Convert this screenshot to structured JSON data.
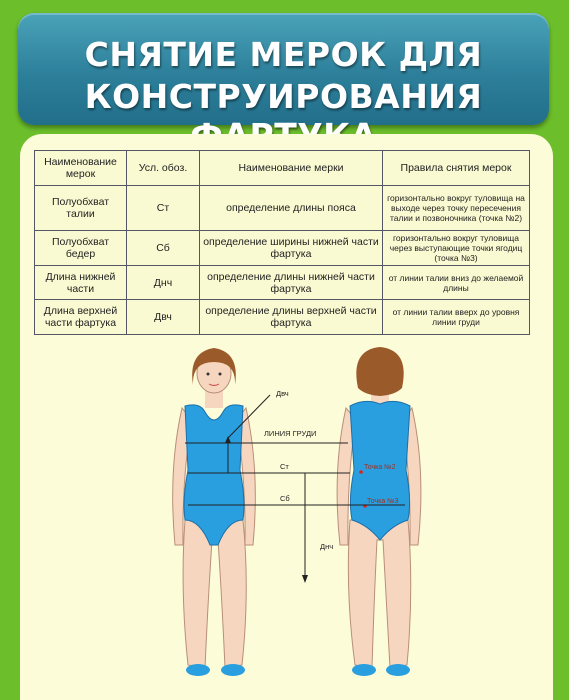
{
  "banner": {
    "title_line1": "СНЯТИЕ МЕРОК ДЛЯ",
    "title_line2": "КОНСТРУИРОВАНИЯ ФАРТУКА"
  },
  "table": {
    "headers": [
      "Наименование мерок",
      "Усл. обоз.",
      "Наименование мерки",
      "Правила снятия мерок"
    ],
    "rows": [
      {
        "name": "Полуобхват талии",
        "code": "Ст",
        "desc": "определение длины пояса",
        "rule": "горизонтально вокруг туловища на выходе через точку пересечения талии и позвоночника (точка №2)"
      },
      {
        "name": "Полуобхват бедер",
        "code": "Сб",
        "desc": "определение ширины нижней части фартука",
        "rule": "горизонтально вокруг туловища через выступающие точки ягодиц (точка №3)"
      },
      {
        "name": "Длина нижней части",
        "code": "Днч",
        "desc": "определение длины нижней части фартука",
        "rule": "от линии талии вниз до желаемой длины"
      },
      {
        "name": "Длина верхней части фартука",
        "code": "Двч",
        "desc": "определение длины верхней части фартука",
        "rule": "от линии талии вверх до уровня линии груди"
      }
    ]
  },
  "figure": {
    "label_dvch": "Двч",
    "label_chest": "ЛИНИЯ ГРУДИ",
    "label_st": "Ст",
    "label_sb": "Сб",
    "label_dnch": "Днч",
    "label_point2": "Точка №2",
    "label_point3": "Точка №3"
  },
  "colors": {
    "background": "#6cbe2a",
    "banner": "#2d7f9a",
    "panel": "#fcfcd9",
    "leotard": "#2a9fe0",
    "hair": "#9a5a2a",
    "skin": "#f7d6c0"
  }
}
